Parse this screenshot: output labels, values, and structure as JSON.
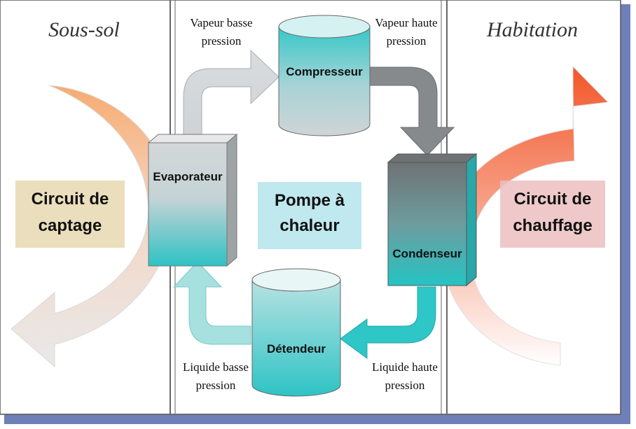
{
  "zones": {
    "left_title": "Sous-sol",
    "right_title": "Habitation"
  },
  "center_label": [
    "Pompe à",
    "chaleur"
  ],
  "circuits": {
    "captage": [
      "Circuit de",
      "captage"
    ],
    "chauffage": [
      "Circuit de",
      "chauffage"
    ]
  },
  "components": {
    "compresseur": "Compresseur",
    "evaporateur": "Evaporateur",
    "condenseur": "Condenseur",
    "detendeur": "Détendeur"
  },
  "flows": {
    "vapeur_basse": [
      "Vapeur basse",
      "pression"
    ],
    "vapeur_haute": [
      "Vapeur haute",
      "pression"
    ],
    "liquide_basse": [
      "Liquide basse",
      "pression"
    ],
    "liquide_haute": [
      "Liquide haute",
      "pression"
    ]
  },
  "colors": {
    "frame_shadow": "#3f55a0",
    "cyan": "#2ec6c6",
    "gray": "#c8cdcf",
    "dark_gray": "#7a7d80",
    "hot": "#f05a28",
    "cold": "#f7b07a",
    "captage_box": "#e8d8b0",
    "chauffage_box": "#ecc0c0",
    "center_box": "#bfe8ef"
  }
}
